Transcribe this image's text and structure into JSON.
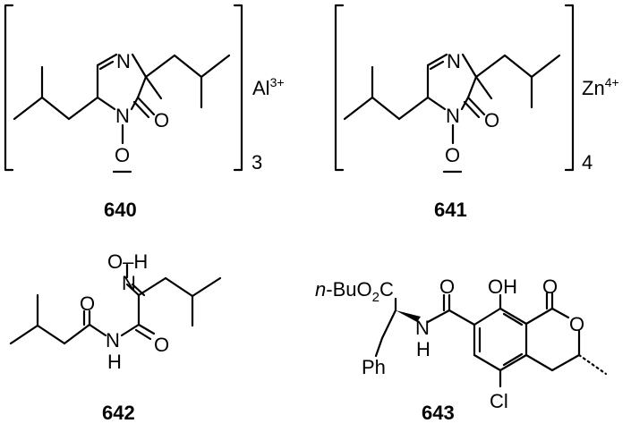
{
  "compounds": [
    {
      "id": "640",
      "atoms": {
        "n_ring": "N",
        "n_oxide": "N",
        "o_carbonyl": "O",
        "o_minus": "O"
      },
      "counterion": {
        "symbol": "Al",
        "charge": "3+"
      },
      "multiplier": "3"
    },
    {
      "id": "641",
      "atoms": {
        "n_ring": "N",
        "n_oxide": "N",
        "o_carbonyl": "O",
        "o_minus": "O"
      },
      "counterion": {
        "symbol": "Zn",
        "charge": "4+"
      },
      "multiplier": "4"
    },
    {
      "id": "642",
      "atoms": {
        "oh": "O–H",
        "n_oxime": "N",
        "o1": "O",
        "o2": "O",
        "nh": "N",
        "h": "H"
      }
    },
    {
      "id": "643",
      "ester": {
        "prefix": "n",
        "rest": "-BuO",
        "sub2": "2",
        "c": "C"
      },
      "atoms": {
        "nh_n": "N",
        "nh_h": "H",
        "o_amide": "O",
        "oh": "OH",
        "o_lactone": "O",
        "o_ring": "O",
        "cl": "Cl",
        "ph": "Ph"
      }
    }
  ]
}
